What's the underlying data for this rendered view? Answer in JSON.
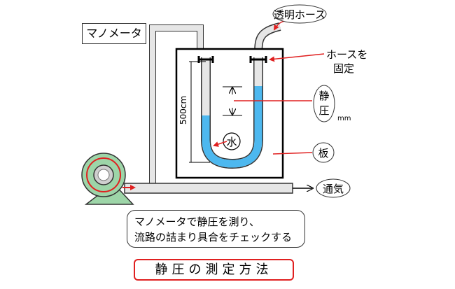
{
  "title": "マノメータ",
  "labels": {
    "transparent_hose": "透明ホース",
    "hose_fix_line1": "ホースを",
    "hose_fix_line2": "固定",
    "static_pressure_char1": "静",
    "static_pressure_char2": "圧",
    "unit_mm": "mm",
    "height": "500cm",
    "water": "水",
    "board": "板",
    "airflow": "通気"
  },
  "description": {
    "line1": "マノメータで静圧を測り、",
    "line2": "流路の詰まり具合をチェックする"
  },
  "method_title": "静圧の測定方法",
  "colors": {
    "accent_red": "#e02020",
    "water_blue": "#4db8ef",
    "pipe_fill": "#e6e6e6",
    "blower_green": "#9dd5a8"
  }
}
